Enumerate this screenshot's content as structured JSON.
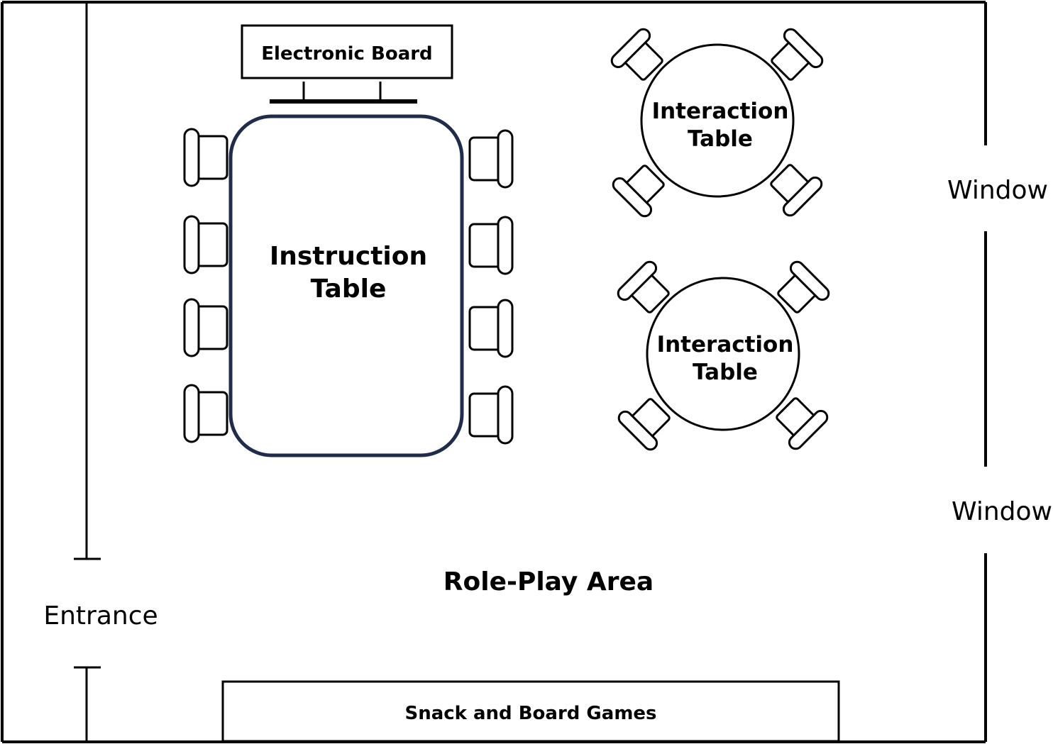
{
  "labels": {
    "electronic_board": "Electronic Board",
    "instruction_table_line1": "Instruction",
    "instruction_table_line2": "Table",
    "interaction_table_line1": "Interaction",
    "interaction_table_line2": "Table",
    "window": "Window",
    "role_play_area": "Role-Play Area",
    "entrance": "Entrance",
    "snack_and_board_games": "Snack and Board Games"
  },
  "colors": {
    "instruction_table_outline": "#1f2d4a",
    "line": "#000000"
  }
}
